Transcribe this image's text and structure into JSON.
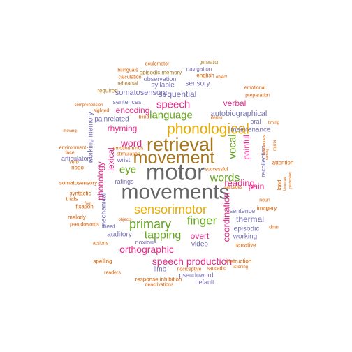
{
  "colors": {
    "gray": "#666666",
    "brown": "#a6761d",
    "gold": "#e6ab02",
    "green": "#66a61e",
    "magenta": "#e7298a",
    "purple": "#7570b3",
    "orange": "#d95f02"
  },
  "words": [
    {
      "text": "motor",
      "color": "gray"
    },
    {
      "text": "movements",
      "color": "gray"
    },
    {
      "text": "movement",
      "color": "brown"
    },
    {
      "text": "retrieval",
      "color": "brown"
    },
    {
      "text": "phonological",
      "color": "gold"
    },
    {
      "text": "sensorimotor",
      "color": "gold"
    },
    {
      "text": "primary",
      "color": "green"
    },
    {
      "text": "finger",
      "color": "green"
    },
    {
      "text": "tapping",
      "color": "green"
    },
    {
      "text": "words",
      "color": "green"
    },
    {
      "text": "vocal",
      "color": "green"
    },
    {
      "text": "eye",
      "color": "green"
    },
    {
      "text": "language",
      "color": "green"
    },
    {
      "text": "speech",
      "color": "magenta"
    },
    {
      "text": "word",
      "color": "magenta"
    },
    {
      "text": "encoding",
      "color": "magenta"
    },
    {
      "text": "rhyming",
      "color": "magenta"
    },
    {
      "text": "lexical",
      "color": "magenta"
    },
    {
      "text": "phonology",
      "color": "magenta"
    },
    {
      "text": "orthographic",
      "color": "magenta"
    },
    {
      "text": "speech production",
      "color": "magenta"
    },
    {
      "text": "overt",
      "color": "magenta"
    },
    {
      "text": "coordination",
      "color": "magenta"
    },
    {
      "text": "reading",
      "color": "magenta"
    },
    {
      "text": "pain",
      "color": "magenta"
    },
    {
      "text": "painful",
      "color": "magenta"
    },
    {
      "text": "verbal",
      "color": "magenta"
    },
    {
      "text": "autobiographical",
      "color": "purple"
    },
    {
      "text": "sequential",
      "color": "purple"
    },
    {
      "text": "somatosensory",
      "color": "purple"
    },
    {
      "text": "syllable",
      "color": "purple"
    },
    {
      "text": "sensory",
      "color": "purple"
    },
    {
      "text": "painrelated",
      "color": "purple"
    },
    {
      "text": "sentences",
      "color": "purple"
    },
    {
      "text": "maintenance",
      "color": "purple"
    },
    {
      "text": "thermal",
      "color": "purple"
    },
    {
      "text": "episodic",
      "color": "purple"
    },
    {
      "text": "working",
      "color": "purple"
    },
    {
      "text": "auditory",
      "color": "purple"
    },
    {
      "text": "working memory",
      "color": "purple"
    },
    {
      "text": "mechanical",
      "color": "purple"
    },
    {
      "text": "heat",
      "color": "purple"
    },
    {
      "text": "video",
      "color": "purple"
    },
    {
      "text": "noxious",
      "color": "purple"
    },
    {
      "text": "limb",
      "color": "purple"
    },
    {
      "text": "pseudoword",
      "color": "purple"
    },
    {
      "text": "recollection",
      "color": "purple"
    },
    {
      "text": "articulatory",
      "color": "purple"
    },
    {
      "text": "ratings",
      "color": "purple"
    },
    {
      "text": "wrist",
      "color": "purple"
    },
    {
      "text": "oral",
      "color": "purple"
    },
    {
      "text": "sentence",
      "color": "purple"
    },
    {
      "text": "default",
      "color": "purple"
    },
    {
      "text": "observation",
      "color": "purple"
    },
    {
      "text": "navigation",
      "color": "purple"
    },
    {
      "text": "episodic memory",
      "color": "brown"
    },
    {
      "text": "rehearsal",
      "color": "brown"
    },
    {
      "text": "english",
      "color": "orange"
    },
    {
      "text": "required",
      "color": "brown"
    },
    {
      "text": "oculomotor",
      "color": "orange"
    },
    {
      "text": "generation",
      "color": "brown"
    },
    {
      "text": "bilinguals",
      "color": "orange"
    },
    {
      "text": "calculation",
      "color": "orange"
    },
    {
      "text": "object",
      "color": "orange"
    },
    {
      "text": "emotional",
      "color": "orange"
    },
    {
      "text": "preparation",
      "color": "orange"
    },
    {
      "text": "comprehension",
      "color": "orange"
    },
    {
      "text": "sighted",
      "color": "orange"
    },
    {
      "text": "blind",
      "color": "orange"
    },
    {
      "text": "items",
      "color": "orange"
    },
    {
      "text": "noun",
      "color": "orange"
    },
    {
      "text": "timing",
      "color": "orange"
    },
    {
      "text": "moving",
      "color": "orange"
    },
    {
      "text": "sequences",
      "color": "orange"
    },
    {
      "text": "mirror",
      "color": "orange"
    },
    {
      "text": "naming",
      "color": "orange"
    },
    {
      "text": "environment",
      "color": "orange"
    },
    {
      "text": "emotion",
      "color": "orange"
    },
    {
      "text": "minus",
      "color": "orange"
    },
    {
      "text": "face",
      "color": "orange"
    },
    {
      "text": "stimulation",
      "color": "orange"
    },
    {
      "text": "verb",
      "color": "orange"
    },
    {
      "text": "nogo",
      "color": "orange"
    },
    {
      "text": "attention",
      "color": "orange"
    },
    {
      "text": "successful",
      "color": "orange"
    },
    {
      "text": "load",
      "color": "orange"
    },
    {
      "text": "bimanual",
      "color": "orange"
    },
    {
      "text": "perception",
      "color": "orange"
    },
    {
      "text": "somatosensory",
      "color": "orange"
    },
    {
      "text": "syntactic",
      "color": "orange"
    },
    {
      "text": "trials",
      "color": "orange"
    },
    {
      "text": "saccades",
      "color": "orange"
    },
    {
      "text": "foot",
      "color": "orange"
    },
    {
      "text": "fixation",
      "color": "orange"
    },
    {
      "text": "imagery",
      "color": "orange"
    },
    {
      "text": "melody",
      "color": "orange"
    },
    {
      "text": "pseudowords",
      "color": "orange"
    },
    {
      "text": "objects",
      "color": "orange"
    },
    {
      "text": "dmn",
      "color": "orange"
    },
    {
      "text": "actions",
      "color": "orange"
    },
    {
      "text": "narrative",
      "color": "orange"
    },
    {
      "text": "spelling",
      "color": "orange"
    },
    {
      "text": "instruction",
      "color": "orange"
    },
    {
      "text": "listening",
      "color": "orange"
    },
    {
      "text": "nociceptive",
      "color": "orange"
    },
    {
      "text": "saccadic",
      "color": "orange"
    },
    {
      "text": "readers",
      "color": "orange"
    },
    {
      "text": "response inhibition",
      "color": "orange"
    },
    {
      "text": "deactivations",
      "color": "orange"
    },
    {
      "text": "deactivation",
      "color": "orange"
    }
  ]
}
